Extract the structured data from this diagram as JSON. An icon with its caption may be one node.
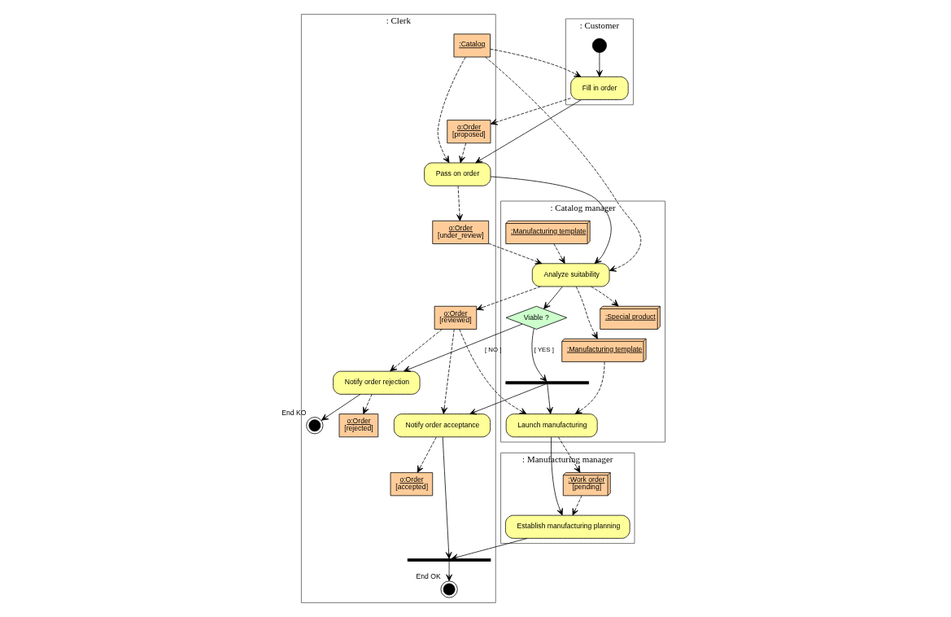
{
  "diagram": {
    "nodes": [
      {
        "text": [
          ": Customer"
        ]
      },
      {
        "text": [
          ": Clerk"
        ]
      },
      {
        "text": [
          ": Catalog manager"
        ]
      },
      {
        "text": [
          ": Manufacturing manager"
        ]
      },
      {
        "text": [],
        "shape": "circle",
        "in": 0
      },
      {
        "text": [
          "Fill in order"
        ],
        "in": 0
      },
      {
        "text": [
          ":Catalog"
        ],
        "in": 1
      },
      {
        "text": [
          "o:Order",
          "[proposed]"
        ],
        "in": 1
      },
      {
        "text": [
          "Pass on order"
        ],
        "in": 1
      },
      {
        "text": [
          "o:Order",
          "[under_review]"
        ],
        "in": 1
      },
      {
        "text": [
          ":Manufacturing template"
        ],
        "in": 2
      },
      {
        "text": [
          "Analyze suitability"
        ],
        "in": 2
      },
      {
        "text": [
          "o:Order",
          "[reviewed]"
        ],
        "in": 1
      },
      {
        "text": [
          ":Special product"
        ],
        "in": 2
      },
      {
        "text": [
          "Viable ?"
        ],
        "in": 2
      },
      {
        "text": [
          "Notify order rejection"
        ],
        "in": 1
      },
      {
        "text": [],
        "shape": "bar",
        "in": 2
      },
      {
        "text": [
          ":Manufacturing template"
        ],
        "in": 2
      },
      {
        "text": [
          "o:Order",
          "[rejected]"
        ],
        "in": 1
      },
      {
        "text": [],
        "shape": "circle",
        "beside": [
          "End KO"
        ],
        "in": 1
      },
      {
        "text": [
          "Notify order acceptance"
        ],
        "in": 1
      },
      {
        "text": [
          "Launch manufacturing"
        ],
        "in": 2
      },
      {
        "text": [
          ":Work order",
          "[pending]"
        ],
        "in": 3
      },
      {
        "text": [
          "Establish manufacturing planning"
        ],
        "in": 3
      },
      {
        "text": [
          "o:Order",
          "[accepted]"
        ],
        "in": 1
      },
      {
        "text": [],
        "shape": "bar",
        "in": 1
      },
      {
        "text": [],
        "shape": "circle",
        "beside": [
          "End OK"
        ],
        "in": 1
      }
    ],
    "edges": [
      {
        "from": 4,
        "to": 5,
        "arrow": "to"
      },
      {
        "from": 6,
        "to": 5,
        "arrow": "to",
        "style": "dashed"
      },
      {
        "from": 5,
        "to": 7,
        "arrow": "to",
        "style": "dashed"
      },
      {
        "from": 7,
        "to": 8,
        "arrow": "to",
        "style": "dashed"
      },
      {
        "from": 6,
        "to": 8,
        "arrow": "to",
        "style": "dashed"
      },
      {
        "from": 5,
        "to": 8,
        "arrow": "to"
      },
      {
        "from": 8,
        "to": 9,
        "arrow": "to",
        "style": "dashed"
      },
      {
        "from": 6,
        "to": 11,
        "arrow": "to",
        "style": "dashed"
      },
      {
        "from": 10,
        "to": 11,
        "arrow": "to",
        "style": "dashed"
      },
      {
        "from": 9,
        "to": 11,
        "arrow": "to",
        "style": "dashed"
      },
      {
        "from": 8,
        "to": 11,
        "arrow": "to"
      },
      {
        "from": 11,
        "to": 12,
        "arrow": "to",
        "style": "dashed"
      },
      {
        "from": 11,
        "to": 13,
        "arrow": "to",
        "style": "dashed"
      },
      {
        "from": 11,
        "to": 14,
        "arrow": "to"
      },
      {
        "from": 11,
        "to": 17,
        "arrow": "to",
        "style": "dashed"
      },
      {
        "from": 12,
        "to": 15,
        "arrow": "to",
        "style": "dashed"
      },
      {
        "from": 14,
        "to": 15,
        "arrow": "to",
        "label": "[ NO ]"
      },
      {
        "from": 14,
        "to": 16,
        "arrow": "to",
        "label": "[ YES ]"
      },
      {
        "from": 15,
        "to": 18,
        "arrow": "to",
        "style": "dashed"
      },
      {
        "from": 15,
        "to": 19,
        "arrow": "to"
      },
      {
        "from": 12,
        "to": 20,
        "arrow": "to",
        "style": "dashed"
      },
      {
        "from": 12,
        "to": 21,
        "arrow": "to",
        "style": "dashed"
      },
      {
        "from": 16,
        "to": 20,
        "arrow": "to"
      },
      {
        "from": 16,
        "to": 21,
        "arrow": "to"
      },
      {
        "from": 17,
        "to": 21,
        "arrow": "to",
        "style": "dashed"
      },
      {
        "from": 21,
        "to": 22,
        "arrow": "to",
        "style": "dashed"
      },
      {
        "from": 22,
        "to": 23,
        "arrow": "to",
        "style": "dashed"
      },
      {
        "from": 21,
        "to": 23,
        "arrow": "to"
      },
      {
        "from": 20,
        "to": 24,
        "arrow": "to",
        "style": "dashed"
      },
      {
        "from": 20,
        "to": 25,
        "arrow": "to"
      },
      {
        "from": 23,
        "to": 25,
        "arrow": "to"
      },
      {
        "from": 25,
        "to": 26,
        "arrow": "to"
      }
    ]
  }
}
